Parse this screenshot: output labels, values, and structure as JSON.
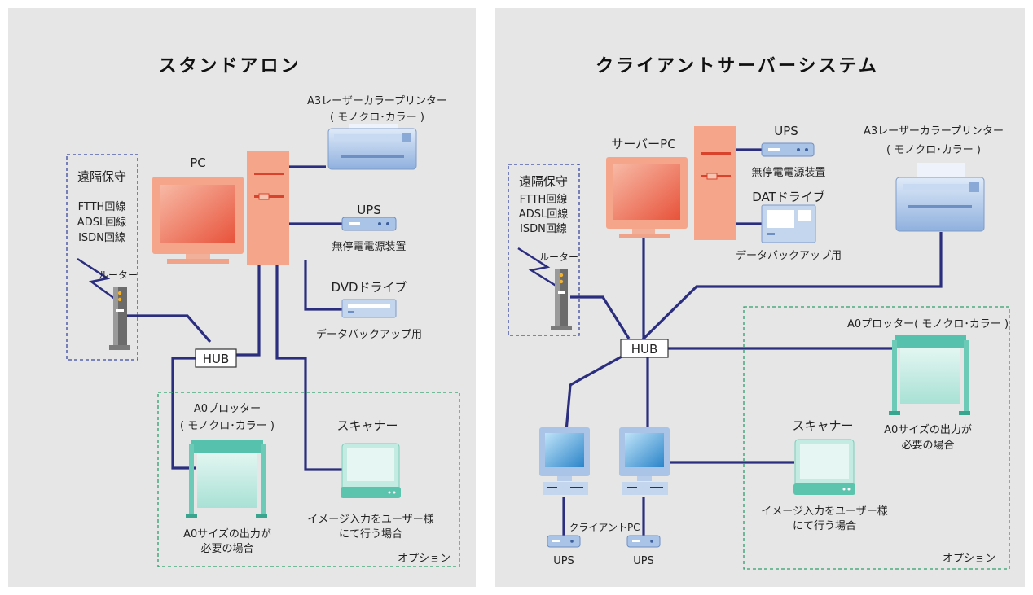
{
  "left": {
    "title": "スタンドアロン",
    "printer": {
      "line1": "A3レーザーカラープリンター",
      "line2": "( モノクロ･カラー )"
    },
    "pc_label": "PC",
    "ups": {
      "name": "UPS",
      "desc": "無停電電源装置"
    },
    "dvd": {
      "name": "DVDドライブ",
      "desc": "データバックアップ用"
    },
    "remote": {
      "title": "遠隔保守",
      "lines": [
        "FTTH回線",
        "ADSL回線",
        "ISDN回線"
      ],
      "router": "ルーター"
    },
    "hub": "HUB",
    "plotter": {
      "line1": "A0プロッター",
      "line2": "( モノクロ･カラー )",
      "cond1": "A0サイズの出力が",
      "cond2": "必要の場合"
    },
    "scanner": {
      "name": "スキャナー",
      "cond1": "イメージ入力をユーザー様",
      "cond2": "にて行う場合"
    },
    "option": "オプション"
  },
  "right": {
    "title": "クライアントサーバーシステム",
    "server_label": "サーバーPC",
    "ups": {
      "name": "UPS",
      "desc": "無停電電源装置"
    },
    "dat": {
      "name": "DATドライブ",
      "desc": "データバックアップ用"
    },
    "printer": {
      "line1": "A3レーザーカラープリンター",
      "line2": "( モノクロ･カラー )"
    },
    "remote": {
      "title": "遠隔保守",
      "lines": [
        "FTTH回線",
        "ADSL回線",
        "ISDN回線"
      ],
      "router": "ルーター"
    },
    "hub": "HUB",
    "plotter": {
      "line1": "A0プロッター( モノクロ･カラー )",
      "cond1": "A0サイズの出力が",
      "cond2": "必要の場合"
    },
    "scanner": {
      "name": "スキャナー",
      "cond1": "イメージ入力をユーザー様",
      "cond2": "にて行う場合"
    },
    "client_label": "クライアントPC",
    "client_ups": [
      "UPS",
      "UPS"
    ],
    "option": "オプション"
  },
  "colors": {
    "panel": "#e6e6e6",
    "cable": "#2b2e7e",
    "pc": "#f4a58a",
    "printer": "#a9c4e6",
    "plotter": "#8fd6c8",
    "client": "#a9c4e6"
  }
}
